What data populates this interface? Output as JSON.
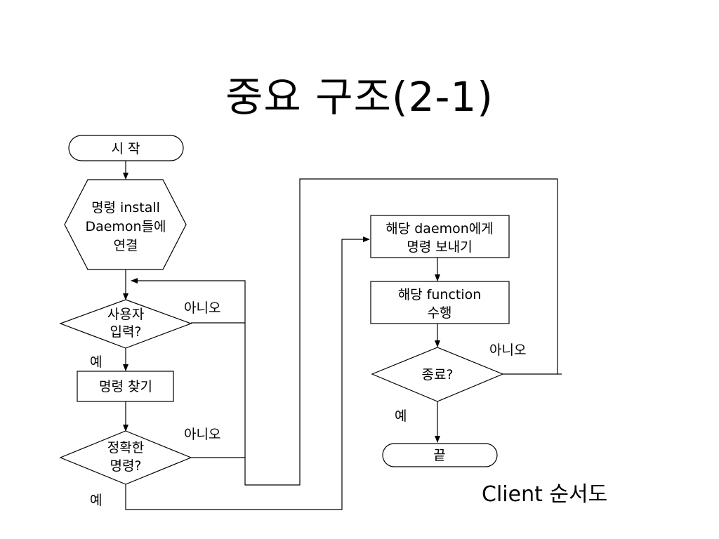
{
  "slide": {
    "title": "중요 구조(2-1)",
    "caption": "Client 순서도"
  },
  "flowchart": {
    "nodes": {
      "start": {
        "type": "terminal",
        "label": "시 작"
      },
      "connect": {
        "type": "preparation",
        "lines": [
          "명령 install",
          "Daemon들에",
          "연결"
        ]
      },
      "user_input": {
        "type": "decision",
        "lines": [
          "사용자",
          "입력?"
        ]
      },
      "find_command": {
        "type": "process",
        "lines": [
          "명령 찾기"
        ]
      },
      "valid_command": {
        "type": "decision",
        "lines": [
          "정확한",
          "명령?"
        ]
      },
      "send_command": {
        "type": "process",
        "lines": [
          "해당 daemon에게",
          "명령 보내기"
        ]
      },
      "run_function": {
        "type": "process",
        "lines": [
          "해당 function",
          "수행"
        ]
      },
      "is_end": {
        "type": "decision",
        "lines": [
          "종료?"
        ]
      },
      "end": {
        "type": "terminal",
        "label": "끝"
      }
    },
    "edge_labels": {
      "user_input_no": "아니오",
      "user_input_yes": "예",
      "valid_command_no": "아니오",
      "valid_command_yes": "예",
      "is_end_no": "아니오",
      "is_end_yes": "예"
    }
  }
}
